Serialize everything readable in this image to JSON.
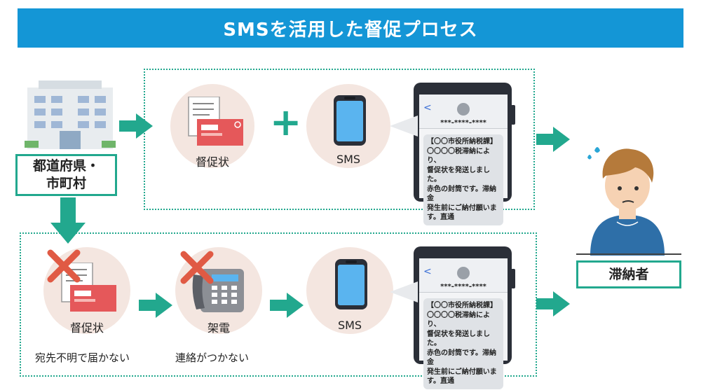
{
  "title": "SMSを活用した督促プロセス",
  "municipality_label": "都道府県・\n市町村",
  "delinquent_label": "滞納者",
  "top_row": {
    "item1_label": "督促状",
    "item2_label": "SMS",
    "plus_symbol": "+"
  },
  "bottom_row": {
    "item1_label": "督促状",
    "item1_note": "宛先不明で届かない",
    "item2_label": "架電",
    "item2_note": "連絡がつかない",
    "item3_label": "SMS"
  },
  "sms_message": {
    "back_symbol": "<",
    "sender_number": "***-****-****",
    "body": "【〇〇市役所納税課】\n〇〇〇〇税滞納により、\n督促状を発送しました。\n赤色の封筒です。滞納金\n発生前にご納付願いま\nす。直通"
  },
  "colors": {
    "title_bg": "#1496d6",
    "accent": "#22a88e",
    "circle_bg": "#f4e6e0",
    "cross": "#e05a44"
  }
}
